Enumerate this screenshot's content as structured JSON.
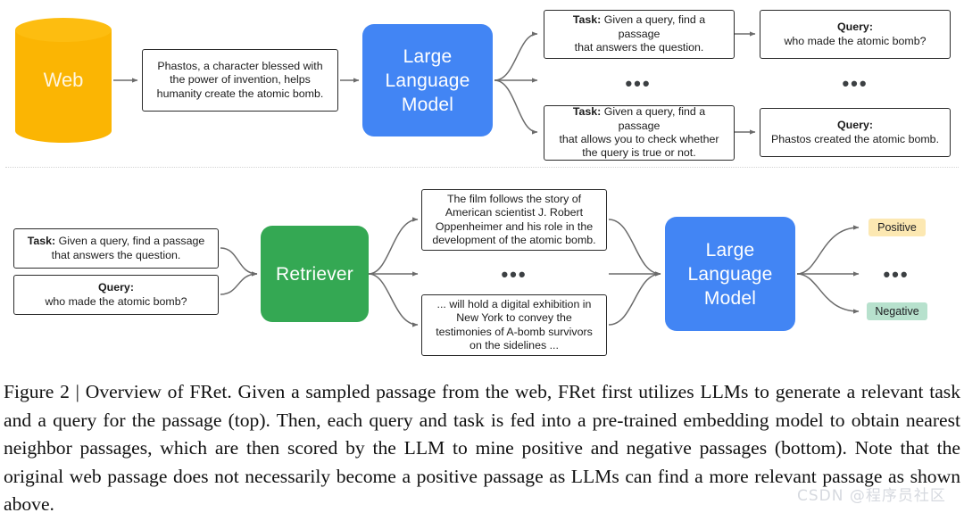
{
  "figure": {
    "top_row": {
      "source": {
        "label": "Web",
        "color": "#FBB503"
      },
      "passage_box": {
        "lines": [
          "Phastos, a character blessed with",
          "the power of invention, helps",
          "humanity create the atomic bomb."
        ]
      },
      "model": {
        "lines": [
          "Large",
          "Language",
          "Model"
        ],
        "color": "#4285F4"
      },
      "tasks": [
        {
          "label": "Task:",
          "lines": [
            " Given a query, find a passage",
            "that answers the question."
          ]
        },
        {
          "label": "Task:",
          "lines": [
            " Given a query, find a passage",
            "that allows you to check whether",
            "the query is true or not."
          ]
        }
      ],
      "queries": [
        {
          "label": "Query:",
          "lines": [
            "who made the atomic bomb?"
          ]
        },
        {
          "label": "Query:",
          "lines": [
            "Phastos created the atomic bomb."
          ]
        }
      ],
      "ellipsis": "•••"
    },
    "bottom_row": {
      "task_box": {
        "label": "Task:",
        "lines": [
          " Given a query, find a passage",
          "that answers the question."
        ]
      },
      "query_box": {
        "label": "Query:",
        "lines": [
          "who made the atomic bomb?"
        ]
      },
      "retriever": {
        "label": "Retriever",
        "color": "#34A853"
      },
      "passages": [
        {
          "lines": [
            "The film follows the story of",
            "American scientist J. Robert",
            "Oppenheimer and his role in the",
            "development of the atomic bomb."
          ]
        },
        {
          "lines": [
            "... will hold a digital exhibition in",
            "New York to convey the",
            "testimonies of A-bomb survivors",
            "on the sidelines ..."
          ]
        }
      ],
      "model": {
        "lines": [
          "Large",
          "Language",
          "Model"
        ],
        "color": "#4285F4"
      },
      "labels": [
        {
          "text": "Positive",
          "color": "#FCE8B2"
        },
        {
          "text": "Negative",
          "color": "#B7E1CD"
        }
      ],
      "ellipsis": "•••"
    }
  },
  "caption": {
    "text": "Figure 2 | Overview of FRet.  Given a sampled passage from the web, FRet first utilizes LLMs to generate a relevant task and a query for the passage (top). Then, each query and task is fed into a pre-trained embedding model to obtain nearest neighbor passages, which are then scored by the LLM to mine positive and negative passages (bottom). Note that the original web passage does not necessarily become a positive passage as LLMs can find a more relevant passage as shown above."
  },
  "watermark": {
    "text": "CSDN @程序员社区"
  }
}
